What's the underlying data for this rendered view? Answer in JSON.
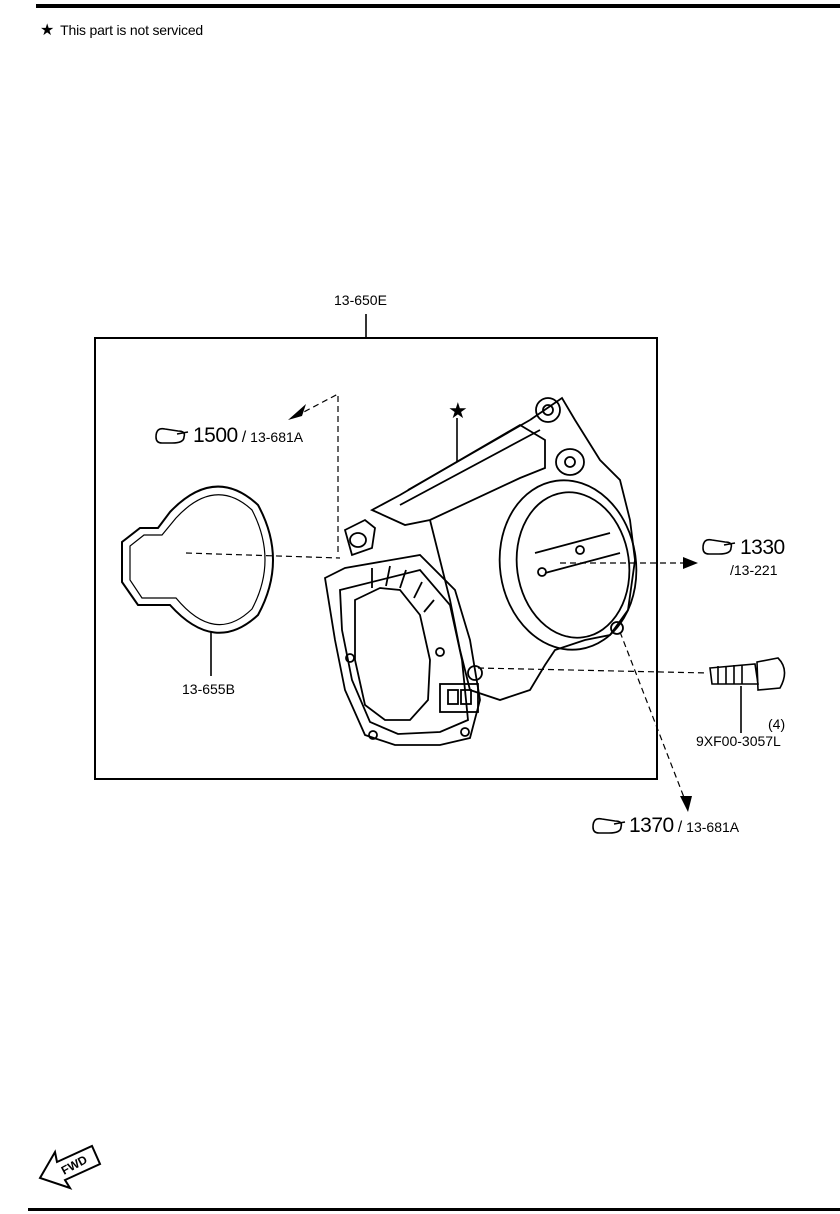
{
  "legend": {
    "star_text": "This part is not serviced"
  },
  "parts": {
    "assembly": "13-650E",
    "gasket": "13-655B",
    "bolt": "9XF00-3057L",
    "bolt_qty": "(4)"
  },
  "refs": {
    "ref1": {
      "number": "1500",
      "code": "13-681A"
    },
    "ref2": {
      "number": "1330",
      "code": "/13-221"
    },
    "ref3": {
      "number": "1370",
      "code": "13-681A"
    }
  },
  "fwd_label": "FWD",
  "colors": {
    "ink": "#000000",
    "paper": "#ffffff"
  }
}
